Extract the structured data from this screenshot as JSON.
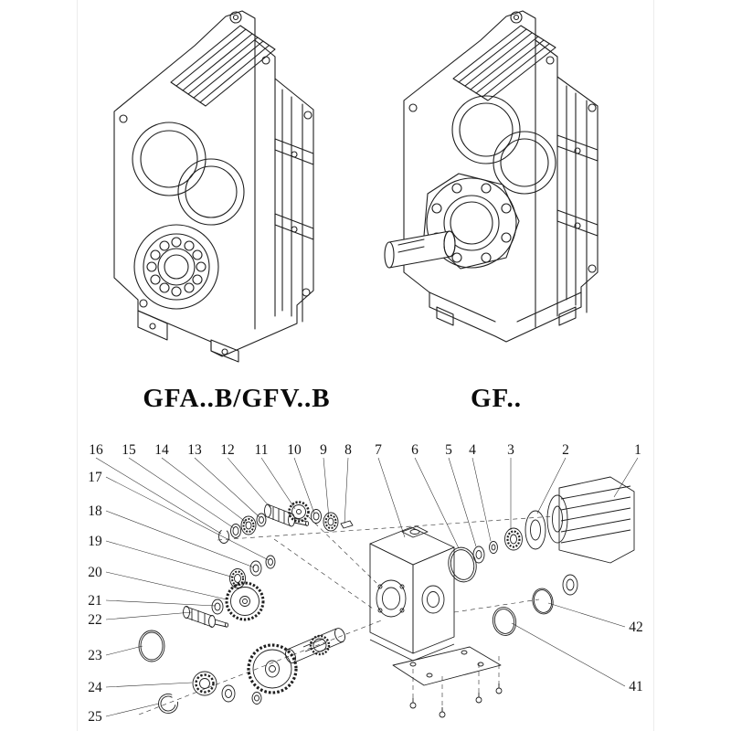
{
  "models": [
    {
      "label": "GFA..B/GFV..B"
    },
    {
      "label": "GF.."
    }
  ],
  "exploded": {
    "callouts_top": [
      "16",
      "15",
      "14",
      "13",
      "12",
      "11",
      "10",
      "9",
      "8",
      "7",
      "6",
      "5",
      "4",
      "3",
      "2",
      "1"
    ],
    "callouts_left": [
      "17",
      "18",
      "19",
      "20",
      "21",
      "22",
      "23",
      "24",
      "25"
    ],
    "callouts_right": [
      "42",
      "41"
    ]
  },
  "colors": {
    "ink": "#1f1f1f",
    "background": "#ffffff",
    "callout_text": "#141414"
  }
}
